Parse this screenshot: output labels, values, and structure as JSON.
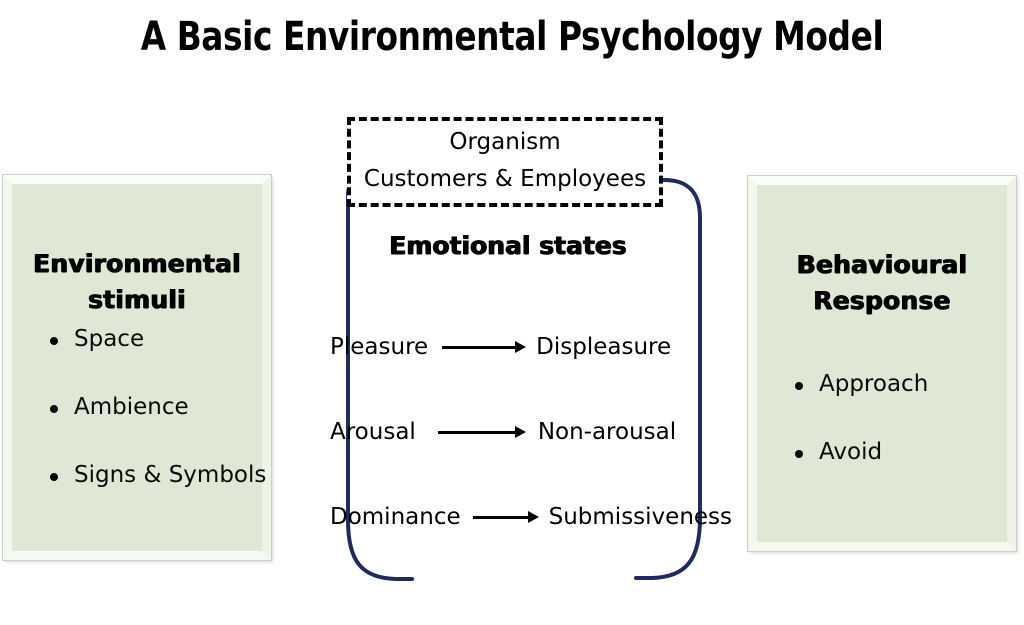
{
  "title": "A Basic Environmental Psychology Model",
  "colors": {
    "panel_fill": "#DFE7D5",
    "bracket_navy": "#1F2A5E",
    "text": "#000000",
    "background": "#FFFFFF"
  },
  "left_panel": {
    "heading_line1": "Environmental",
    "heading_line2": "stimuli",
    "bullets": [
      "Space",
      "Ambience",
      "Signs & Symbols"
    ]
  },
  "right_panel": {
    "heading_line1": "Behavioural",
    "heading_line2": "Response",
    "bullets": [
      "Approach",
      "Avoid"
    ]
  },
  "center": {
    "organism_title": "Organism",
    "organism_subtitle": "Customers & Employees",
    "emotional_heading": "Emotional states",
    "pairs": [
      {
        "from": "Pleasure",
        "to": "Displeasure"
      },
      {
        "from": "Arousal",
        "to": "Non-arousal"
      },
      {
        "from": "Dominance",
        "to": "Submissiveness"
      }
    ]
  }
}
